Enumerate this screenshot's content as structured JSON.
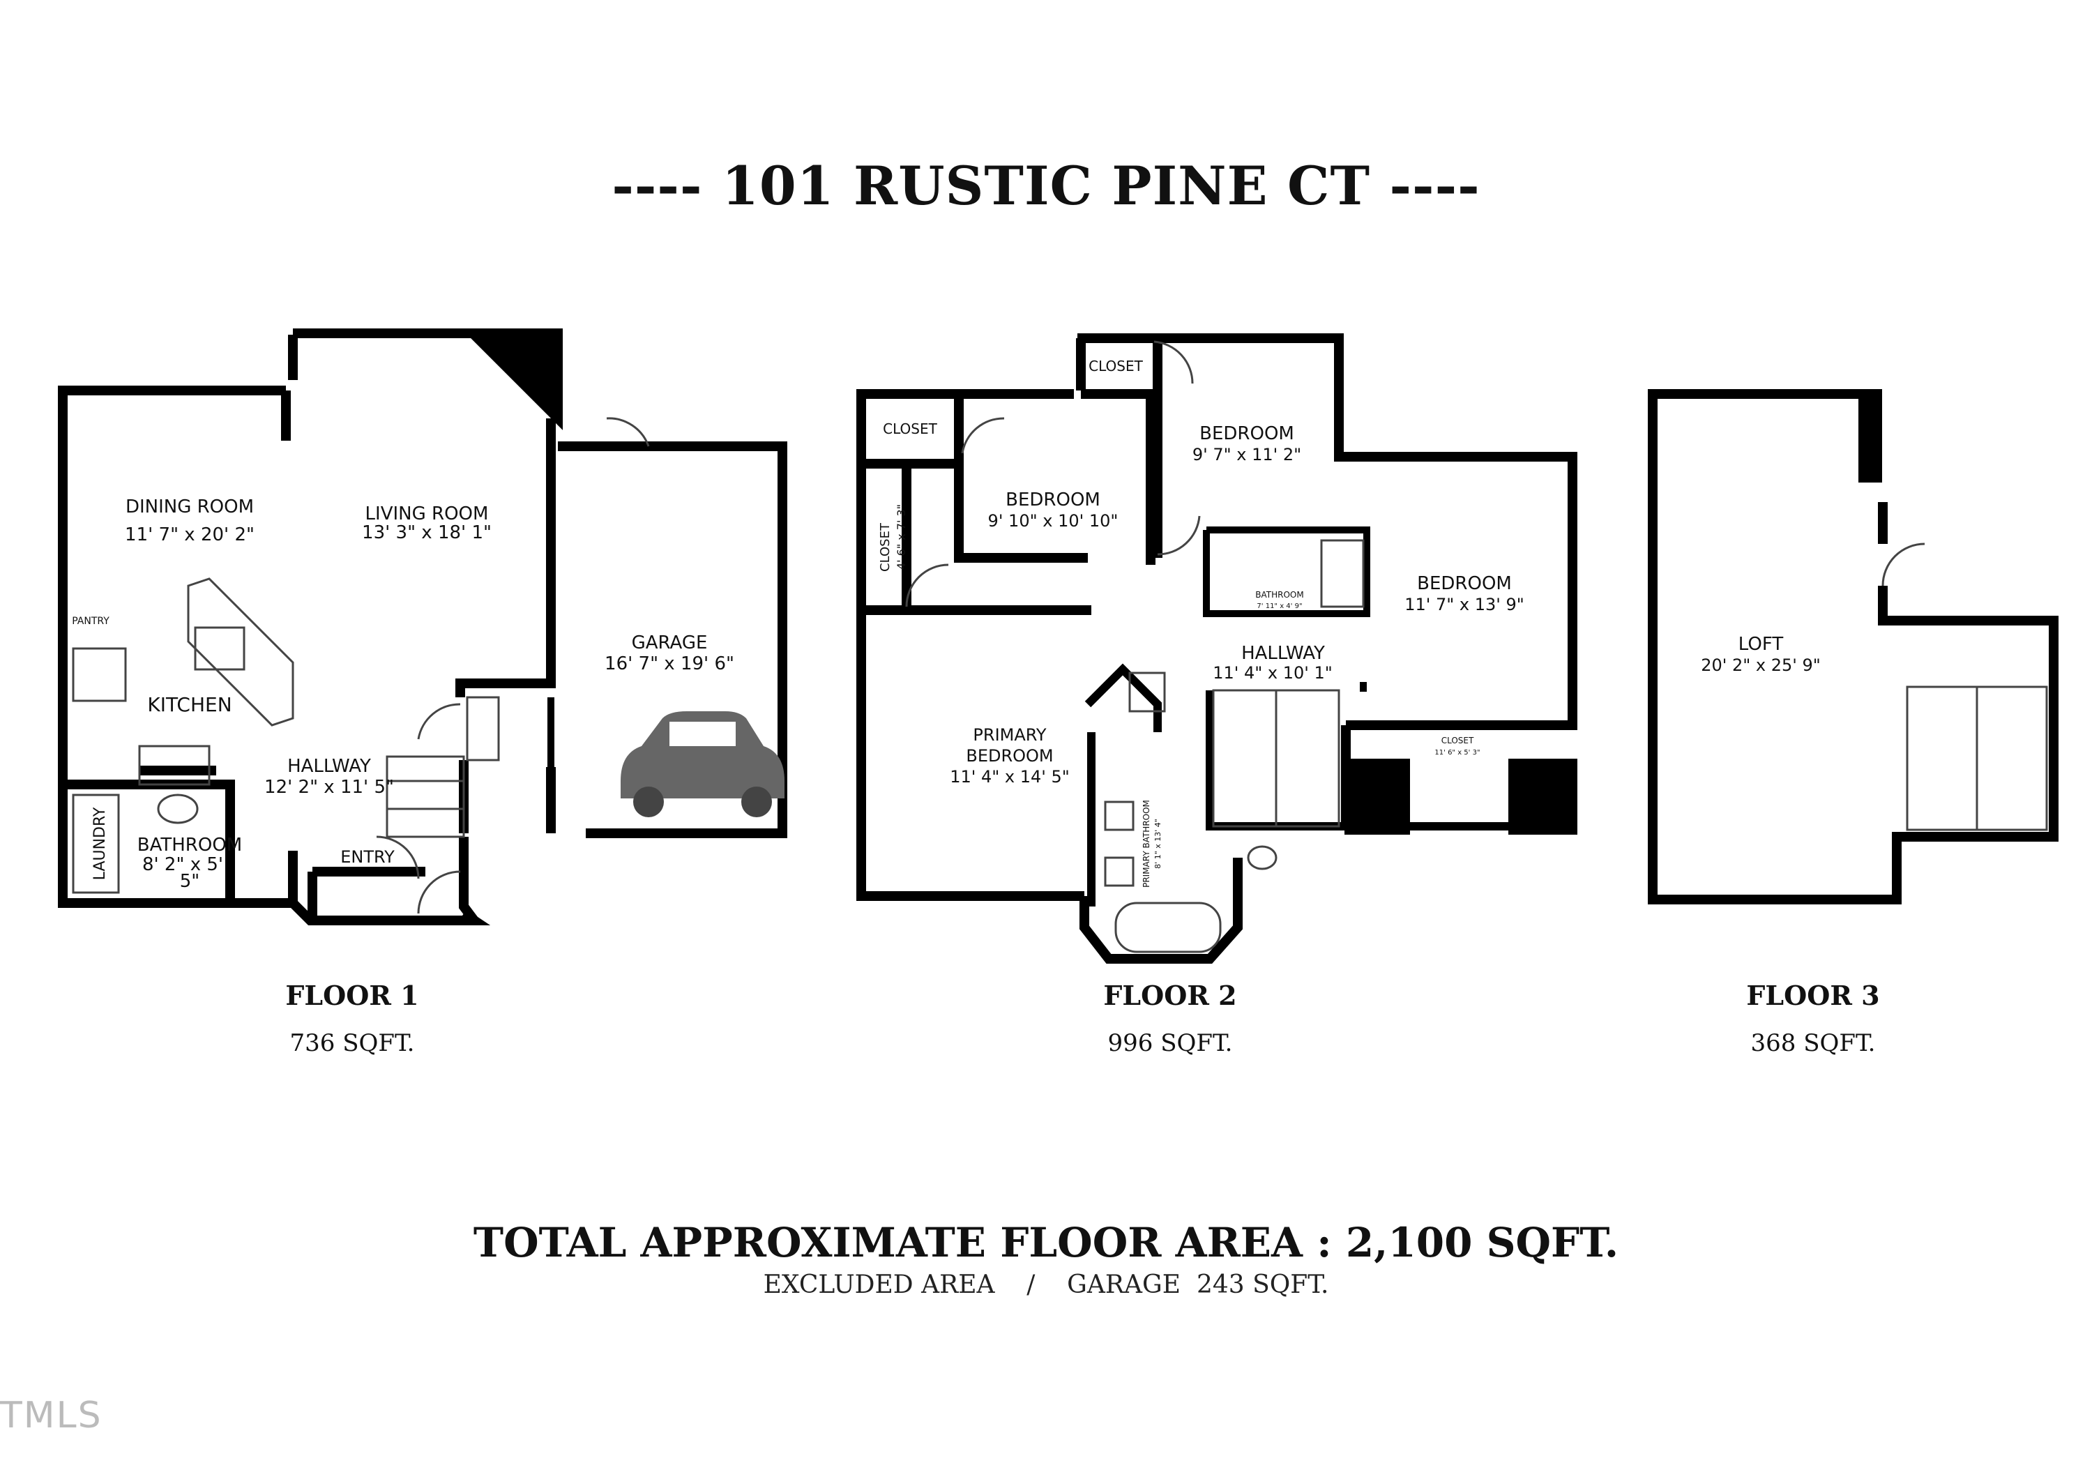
{
  "title": "---- 101 RUSTIC PINE CT ----",
  "floors": [
    {
      "name": "FLOOR 1",
      "area": "736 SQFT.",
      "rooms": {
        "dining": {
          "name": "DINING ROOM",
          "dims": "11' 7\" x 20' 2\""
        },
        "living": {
          "name": "LIVING ROOM",
          "dims": "13' 3\" x 18' 1\""
        },
        "pantry": {
          "name": "PANTRY"
        },
        "kitchen": {
          "name": "KITCHEN"
        },
        "hallway": {
          "name": "HALLWAY",
          "dims": "12' 2\" x 11' 5\""
        },
        "garage": {
          "name": "GARAGE",
          "dims": "16' 7\" x 19' 6\""
        },
        "laundry": {
          "name": "LAUNDRY"
        },
        "bathroom": {
          "name": "BATHROOM",
          "dims1": "8' 2\" x 5'",
          "dims2": "5\""
        },
        "entry": {
          "name": "ENTRY"
        }
      }
    },
    {
      "name": "FLOOR 2",
      "area": "996 SQFT.",
      "rooms": {
        "closet_a": {
          "name": "CLOSET"
        },
        "closet_b": {
          "name": "CLOSET"
        },
        "closet_c": {
          "name": "CLOSET",
          "dims": "4' 6\" x 7' 3\""
        },
        "bedroom_a": {
          "name": "BEDROOM",
          "dims": "9' 10\" x 10' 10\""
        },
        "bedroom_b": {
          "name": "BEDROOM",
          "dims": "9' 7\" x 11' 2\""
        },
        "bedroom_c": {
          "name": "BEDROOM",
          "dims": "11' 7\" x 13' 9\""
        },
        "bathroom": {
          "name": "BATHROOM",
          "dims": "7' 11\" x 4' 9\""
        },
        "hallway": {
          "name": "HALLWAY",
          "dims": "11' 4\" x 10' 1\""
        },
        "primary_bedroom": {
          "name1": "PRIMARY",
          "name2": "BEDROOM",
          "dims": "11' 4\" x 14' 5\""
        },
        "primary_bathroom": {
          "name": "PRIMARY BATHROOM",
          "dims": "8' 1\" x 13' 4\""
        },
        "closet_d": {
          "name": "CLOSET",
          "dims": "11' 6\" x 5' 3\""
        }
      }
    },
    {
      "name": "FLOOR 3",
      "area": "368 SQFT.",
      "rooms": {
        "loft": {
          "name": "LOFT",
          "dims": "20' 2\" x 25' 9\""
        }
      }
    }
  ],
  "total": "TOTAL APPROXIMATE FLOOR AREA : 2,100 SQFT.",
  "excluded": "EXCLUDED AREA    /    GARAGE  243 SQFT.",
  "watermark": "TMLS"
}
